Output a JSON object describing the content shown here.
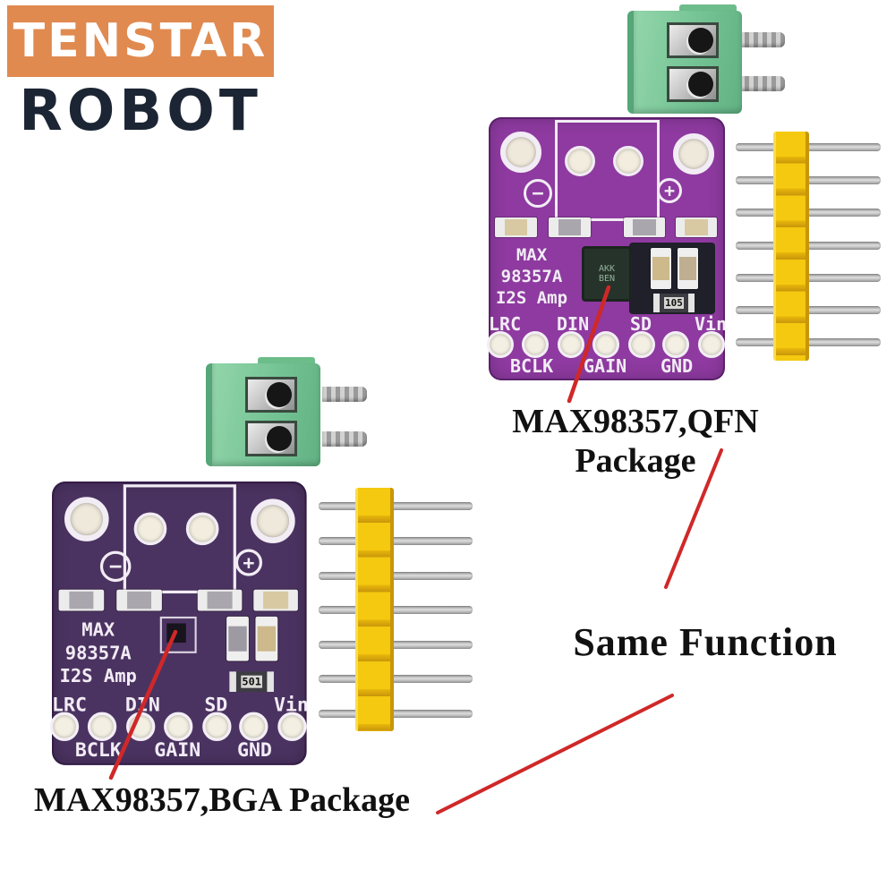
{
  "logo": {
    "line1": "TENSTAR",
    "line2": "ROBOT",
    "bg_color": "#e08a50",
    "line1_color": "#ffffff",
    "line2_color": "#1c2534"
  },
  "annotations": {
    "qfn_label": "MAX98357,QFN Package",
    "same_function": "Same Function",
    "bga_label": "MAX98357,BGA Package",
    "line_color": "#d02828",
    "text_color": "#111111"
  },
  "boards": [
    {
      "variant": "QFN",
      "color": "#8e3aa0",
      "silk": {
        "line1": "MAX",
        "line2": "98357A",
        "line3": "I2S Amp"
      },
      "polarity": {
        "minus": "−",
        "plus": "+"
      },
      "top_pin_labels": [
        "LRC",
        "DIN",
        "SD",
        "Vin"
      ],
      "bottom_pin_labels": [
        "BCLK",
        "GAIN",
        "GND"
      ],
      "chip_marking": "AKK BEN",
      "component_code": "105"
    },
    {
      "variant": "BGA",
      "color": "#4b3361",
      "silk": {
        "line1": "MAX",
        "line2": "98357A",
        "line3": "I2S Amp"
      },
      "polarity": {
        "minus": "−",
        "plus": "+"
      },
      "top_pin_labels": [
        "LRC",
        "DIN",
        "SD",
        "Vin"
      ],
      "bottom_pin_labels": [
        "BCLK",
        "GAIN",
        "GND"
      ],
      "component_code": "501"
    }
  ],
  "hardware": {
    "terminal_color": "#79c795",
    "header_color": "#f2c411"
  }
}
